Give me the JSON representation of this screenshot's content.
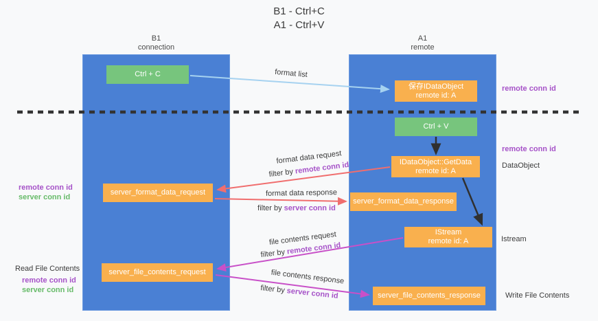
{
  "title": {
    "line1": "B1 - Ctrl+C",
    "line2": "A1 - Ctrl+V"
  },
  "columns": {
    "left": {
      "name": "B1",
      "subtitle": "connection"
    },
    "right": {
      "name": "A1",
      "subtitle": "remote"
    }
  },
  "nodes": {
    "ctrl_c": "Ctrl + C",
    "ctrl_v": "Ctrl + V",
    "save_dataobject": {
      "line1": "保存IDataObject",
      "line2": "remote id: A"
    },
    "getdata": {
      "line1": "IDataObject::GetData",
      "line2": "remote id: A"
    },
    "istream": {
      "line1": "IStream",
      "line2": "remote id: A"
    },
    "format_request": "server_format_data_request",
    "format_response": "server_format_data_response",
    "file_request": "server_file_contents_request",
    "file_response": "server_file_contents_response"
  },
  "flows": {
    "format_list": "format list",
    "format_data_request": "format data request",
    "format_data_response": "format data response",
    "file_contents_request": "file contents request",
    "file_contents_response": "file contents response",
    "filter_by": "filter by",
    "remote_conn_id": "remote conn id",
    "server_conn_id": "server conn id"
  },
  "side_labels": {
    "right_top_remote_conn_id": "remote conn id",
    "right_mid_remote_conn_id": "remote conn id",
    "dataobject": "DataObject",
    "istream": "Istream",
    "write_file_contents": "Write File Contents",
    "left_remote_conn_id": "remote conn id",
    "left_server_conn_id": "server conn id",
    "read_file_contents": "Read File Contents",
    "left_remote_conn_id_2": "remote conn id",
    "left_server_conn_id_2": "server conn id"
  },
  "colors": {
    "background": "#f8f9fa",
    "column_blue": "#4a80d4",
    "box_green": "#77c57d",
    "box_orange": "#f9b04e",
    "arrow_light_blue": "#a6d2f0",
    "arrow_salmon": "#f06e6e",
    "arrow_magenta": "#c850c8",
    "arrow_black": "#303030",
    "text_purple": "#a653c8",
    "text_green": "#67bb69",
    "dashed_line": "#333333"
  }
}
